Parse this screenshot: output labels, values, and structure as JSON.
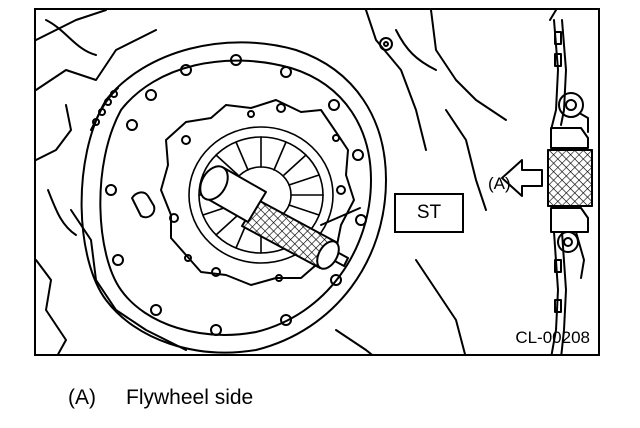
{
  "figure": {
    "tool_label": "ST",
    "direction_label": "(A)",
    "figure_code": "CL-00208"
  },
  "legend": {
    "key": "(A)",
    "text": "Flywheel side"
  }
}
